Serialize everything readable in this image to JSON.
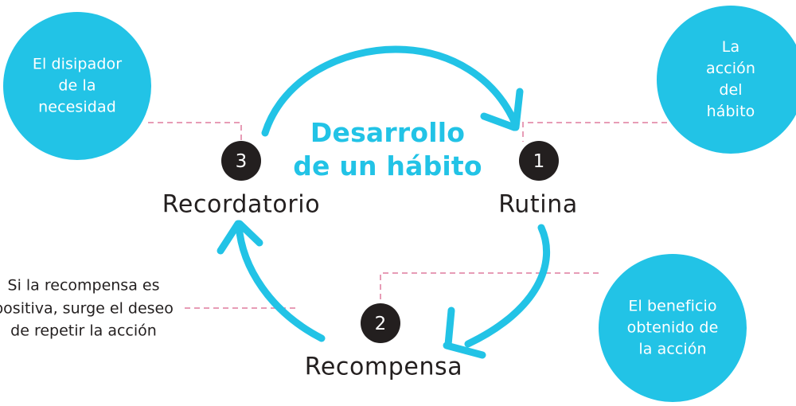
{
  "diagram": {
    "title": "Desarrollo\nde un hábito",
    "side_note": "Si la recompensa es\npositiva, surge el deseo\nde repetir la acción",
    "colors": {
      "cyan": "#22c3e6",
      "dark": "#231f1f",
      "pink_dashed": "#e79cb6",
      "white": "#ffffff"
    },
    "steps": [
      {
        "number": "1",
        "label": "Rutina"
      },
      {
        "number": "2",
        "label": "Recompensa"
      },
      {
        "number": "3",
        "label": "Recordatorio"
      }
    ],
    "bubbles": [
      {
        "id": "top-left",
        "text": "El disipador\nde la\nnecesidad"
      },
      {
        "id": "top-right",
        "text": "La acción\ndel hábito"
      },
      {
        "id": "bottom-right",
        "text": "El beneficio\nobtenido de\nla acción"
      }
    ]
  }
}
